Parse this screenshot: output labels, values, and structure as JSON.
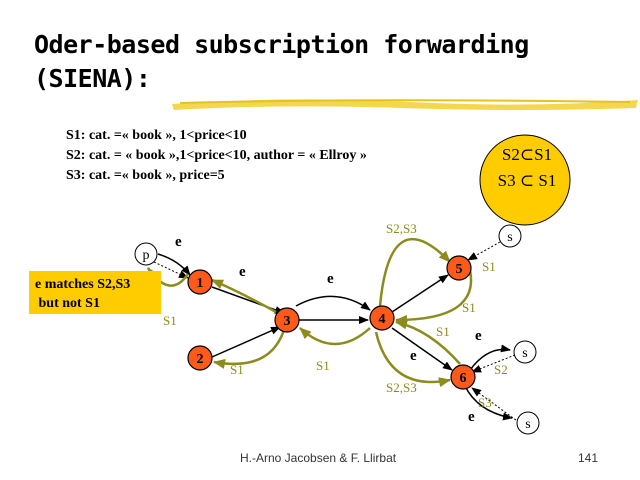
{
  "slide": {
    "title_line1": "Oder-based subscription forwarding",
    "title_line2": "(SIENA):",
    "subscriptions": [
      "S1: cat. =« book », 1<price<10",
      "S2: cat. = « book »,1<price<10, author = « Ellroy »",
      "S3: cat. =« book », price=5"
    ],
    "covering": [
      "S2⊂S1",
      "S3 ⊂ S1"
    ],
    "note": [
      "e matches S2,S3",
      " but not S1"
    ],
    "footer_author": "H.-Arno Jacobsen & F. Llirbat",
    "page_number": "141"
  },
  "diagram": {
    "brokers": [
      "1",
      "2",
      "3",
      "4",
      "5",
      "6"
    ],
    "publisher": "p",
    "subscribers": [
      "s",
      "s",
      "s"
    ],
    "event_labels": [
      "e",
      "e",
      "e",
      "e",
      "e",
      "e"
    ],
    "route_labels": {
      "one_to_p": "S1",
      "two_to_three": "S1",
      "three_to_four": "S1",
      "four_to_five_top": "S2,S3",
      "five_to_four": "S1",
      "six_to_four": "S1",
      "four_to_six": "S2,S3",
      "five_sub": "S1",
      "six_sub_top": "S2",
      "six_sub_bottom": "S3"
    },
    "colors": {
      "broker": "#ff5a1a",
      "route": "#8c8c1e",
      "highlight": "#ffcc00"
    }
  }
}
